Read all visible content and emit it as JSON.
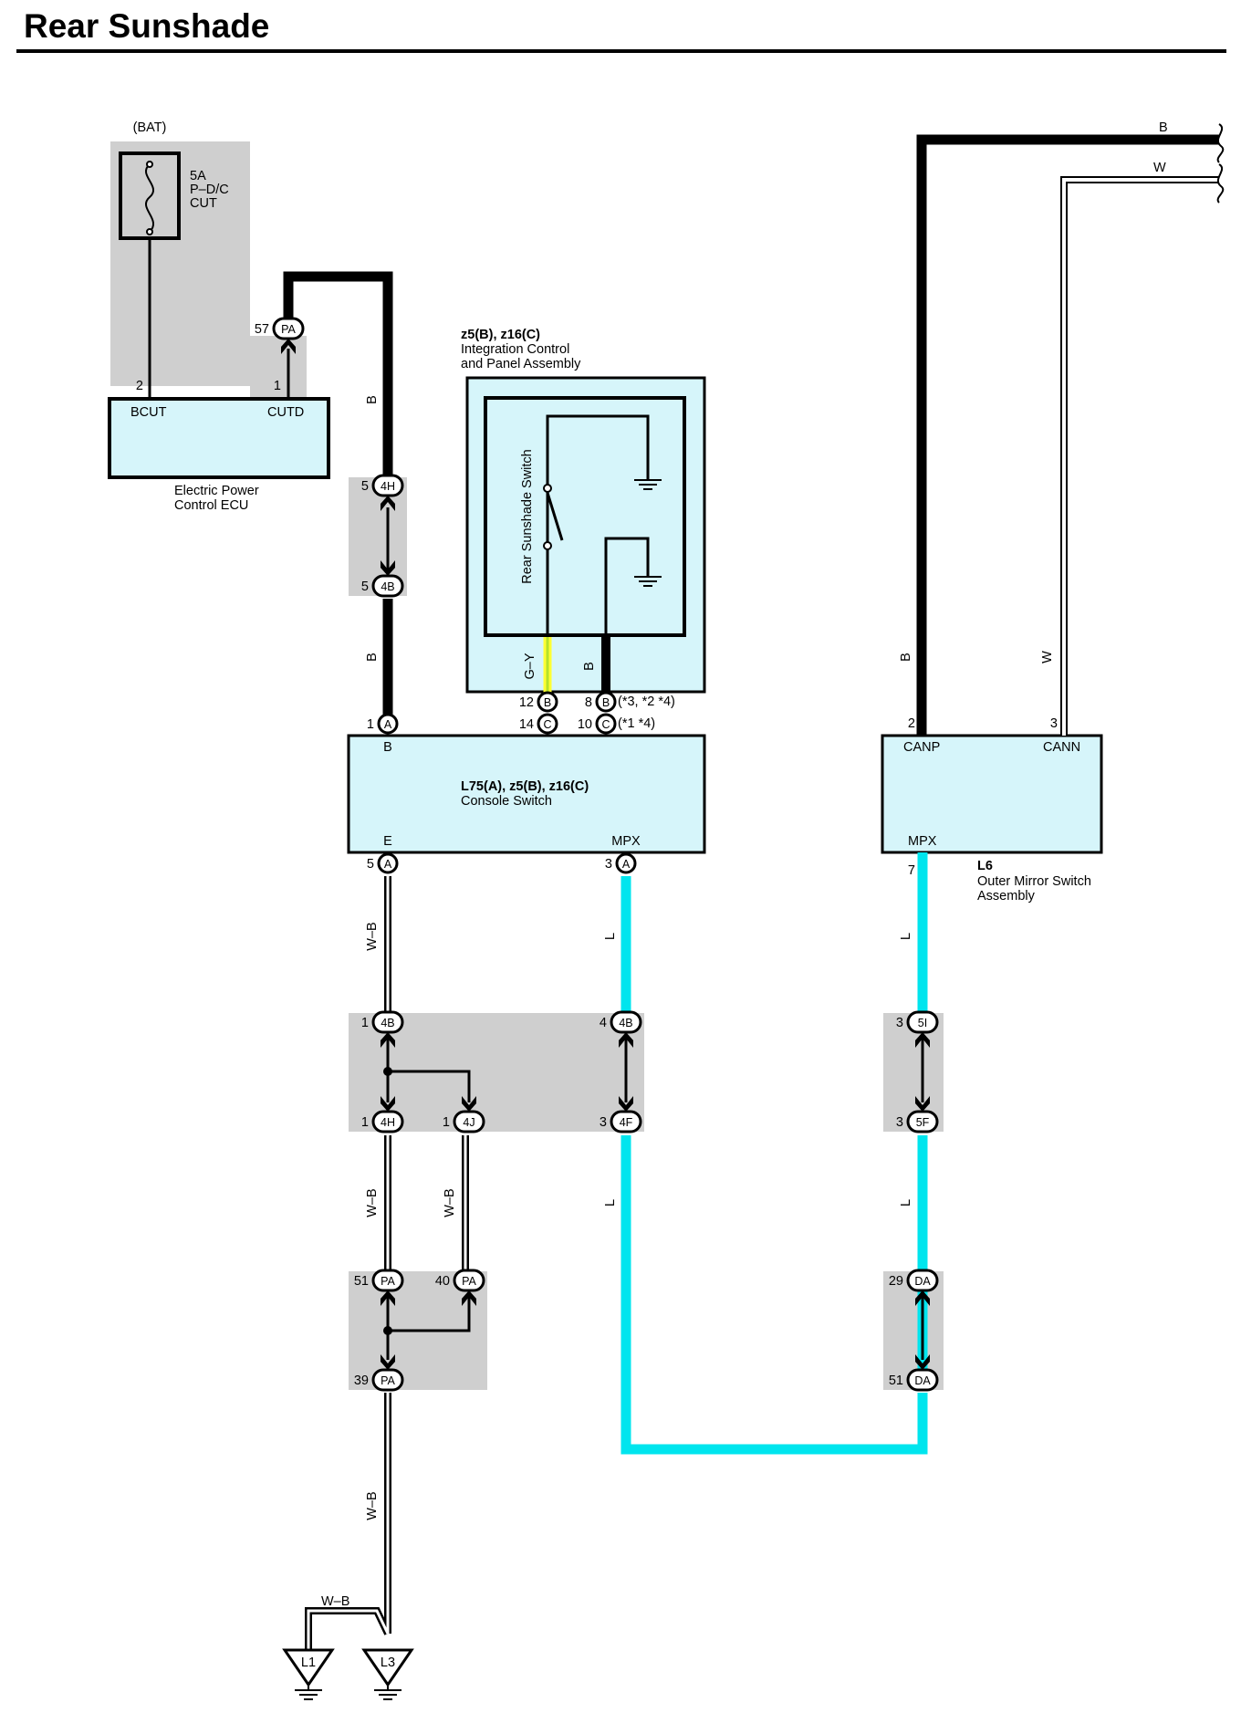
{
  "title": "Rear Sunshade",
  "colors": {
    "box_fill": "#d6f5fa",
    "splice_bg": "#cfcfcf",
    "wire_L": "#00e5ee",
    "wire_GY_green": "#b6e22a",
    "wire_GY_yellow": "#ffff33"
  },
  "components": {
    "bat_label": "(BAT)",
    "fuse": {
      "rating": "5A",
      "name1": "P–D/C",
      "name2": "CUT"
    },
    "ecu": {
      "pin_bcut_num": "2",
      "pin_cutd_num": "1",
      "pin_bcut": "BCUT",
      "pin_cutd": "CUTD",
      "name1": "Electric Power",
      "name2": "Control ECU"
    },
    "icp": {
      "ref": "z5(B), z16(C)",
      "name1": "Integration Control",
      "name2": "and Panel Assembly",
      "switch_label": "Rear Sunshade Switch",
      "wire_gy": "G–Y",
      "wire_b": "B"
    },
    "console": {
      "ref": "L75(A), z5(B), z16(C)",
      "name": "Console Switch",
      "pin_b": "B",
      "pin_e": "E",
      "pin_mpx": "MPX"
    },
    "mirror": {
      "ref": "L6",
      "name1": "Outer Mirror Switch",
      "name2": "Assembly",
      "pin_canp": "CANP",
      "pin_cann": "CANN",
      "pin_mpx": "MPX",
      "pin_2": "2",
      "pin_3": "3",
      "pin_7": "7"
    }
  },
  "wire_labels": {
    "b": "B",
    "w": "W",
    "wb": "W–B",
    "l": "L"
  },
  "notes": {
    "b8": "(*3,  *2 *4)",
    "c10": "(*1 *4)"
  },
  "connectors": {
    "pa57": {
      "num": "57",
      "code": "PA"
    },
    "h5": {
      "num": "5",
      "code": "4H"
    },
    "b5": {
      "num": "5",
      "code": "4B"
    },
    "a1": {
      "num": "1",
      "code": "A"
    },
    "b12": {
      "num": "12",
      "code": "B"
    },
    "b8": {
      "num": "8",
      "code": "B"
    },
    "c14": {
      "num": "14",
      "code": "C"
    },
    "c10": {
      "num": "10",
      "code": "C"
    },
    "a5": {
      "num": "5",
      "code": "A"
    },
    "a3": {
      "num": "3",
      "code": "A"
    },
    "b1": {
      "num": "1",
      "code": "4B"
    },
    "b4": {
      "num": "4",
      "code": "4B"
    },
    "i3": {
      "num": "3",
      "code": "5I"
    },
    "h1": {
      "num": "1",
      "code": "4H"
    },
    "j1": {
      "num": "1",
      "code": "4J"
    },
    "f3": {
      "num": "3",
      "code": "4F"
    },
    "f5": {
      "num": "3",
      "code": "5F"
    },
    "pa51": {
      "num": "51",
      "code": "PA"
    },
    "pa40": {
      "num": "40",
      "code": "PA"
    },
    "da29": {
      "num": "29",
      "code": "DA"
    },
    "pa39": {
      "num": "39",
      "code": "PA"
    },
    "da51": {
      "num": "51",
      "code": "DA"
    }
  },
  "grounds": {
    "l1": "L1",
    "l3": "L3"
  }
}
